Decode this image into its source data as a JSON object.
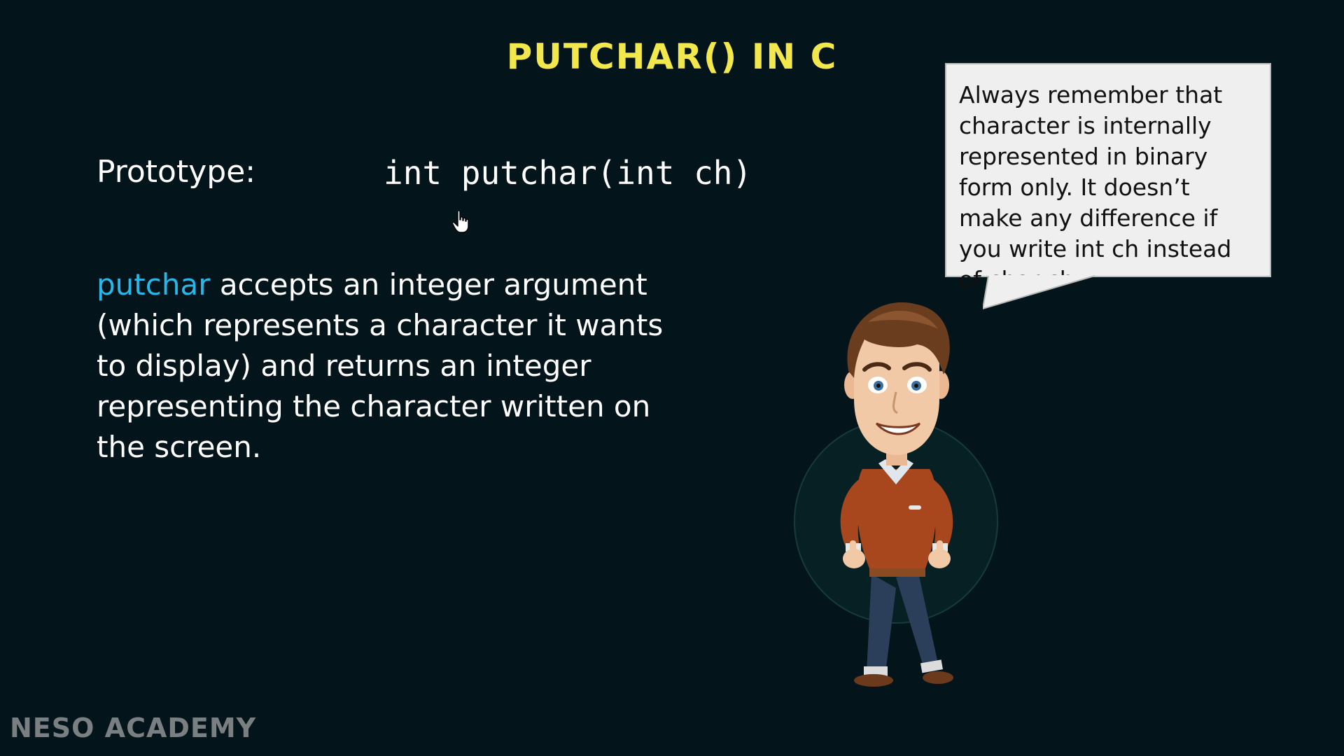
{
  "slide": {
    "title": "PUTCHAR() IN C",
    "prototype_label": "Prototype:",
    "prototype_code": "int putchar(int ch)",
    "description": {
      "keyword": "putchar",
      "text": " accepts an integer argument (which represents a character it wants to display) and returns an integer representing the character written on the screen."
    },
    "bubble_text": "Always remember that character is internally represented in binary form only. It doesn’t make any difference if you write int ch instead of char ch.",
    "watermark": "NESO ACADEMY"
  },
  "colors": {
    "background": "#03151a",
    "title": "#f2e84b",
    "keyword": "#29b6e8",
    "text": "#ffffff",
    "bubble": "#efefef"
  },
  "icons": {
    "cursor": "hand-pointer-icon",
    "character": "cartoon-teacher-illustration"
  }
}
